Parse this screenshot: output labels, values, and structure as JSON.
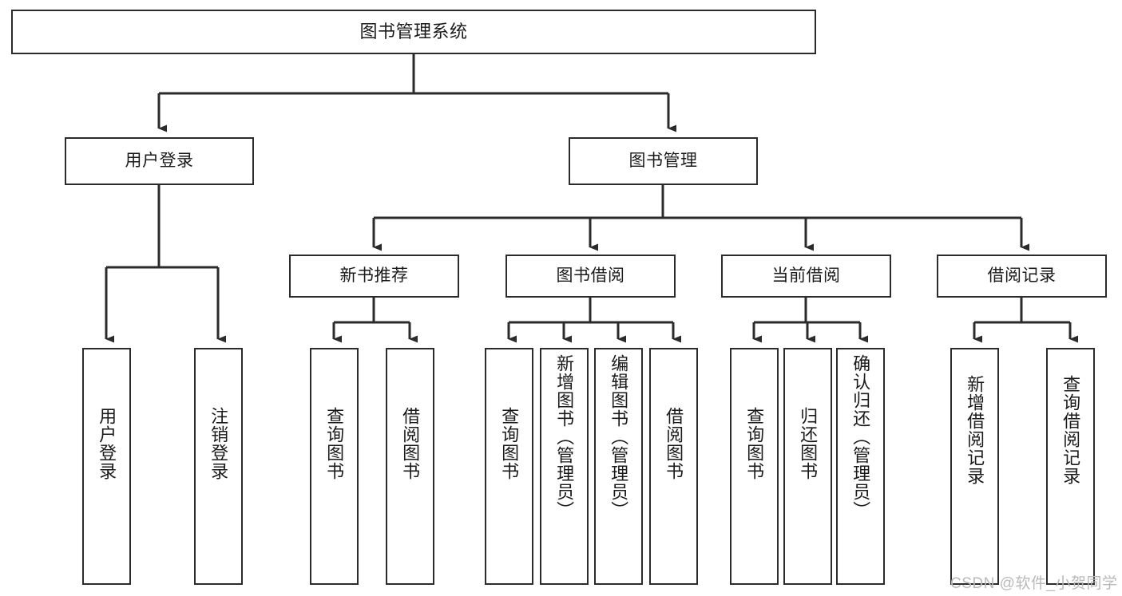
{
  "diagram": {
    "title": "图书管理系统",
    "type": "tree-hierarchy",
    "stroke_color": "#2b2b2b",
    "fill_color": "#ffffff",
    "text_color": "#1a1a1a",
    "nodes": {
      "root": {
        "label": "图书管理系统"
      },
      "level2": [
        {
          "id": "user-login",
          "label": "用户登录"
        },
        {
          "id": "book-management",
          "label": "图书管理"
        }
      ],
      "level3": [
        {
          "id": "new-book-recommend",
          "label": "新书推荐"
        },
        {
          "id": "book-borrow",
          "label": "图书借阅"
        },
        {
          "id": "current-borrow",
          "label": "当前借阅"
        },
        {
          "id": "borrow-record",
          "label": "借阅记录"
        }
      ],
      "leaves": [
        {
          "id": "leaf-user-login",
          "label": "用户登录",
          "parent": "user-login"
        },
        {
          "id": "leaf-logout",
          "label": "注销登录",
          "parent": "user-login"
        },
        {
          "id": "leaf-query-book-1",
          "label": "查询图书",
          "parent": "new-book-recommend"
        },
        {
          "id": "leaf-borrow-book-1",
          "label": "借阅图书",
          "parent": "new-book-recommend"
        },
        {
          "id": "leaf-query-book-2",
          "label": "查询图书",
          "parent": "book-borrow"
        },
        {
          "id": "leaf-add-book",
          "label": "新增图书（管理员）",
          "parent": "book-borrow"
        },
        {
          "id": "leaf-edit-book",
          "label": "编辑图书（管理员）",
          "parent": "book-borrow"
        },
        {
          "id": "leaf-borrow-book-2",
          "label": "借阅图书",
          "parent": "book-borrow"
        },
        {
          "id": "leaf-query-book-3",
          "label": "查询图书",
          "parent": "current-borrow"
        },
        {
          "id": "leaf-return-book",
          "label": "归还图书",
          "parent": "current-borrow"
        },
        {
          "id": "leaf-confirm-return",
          "label": "确认归还（管理员）",
          "parent": "current-borrow"
        },
        {
          "id": "leaf-add-record",
          "label": "新增借阅记录",
          "parent": "borrow-record"
        },
        {
          "id": "leaf-query-record",
          "label": "查询借阅记录",
          "parent": "borrow-record"
        }
      ]
    }
  },
  "watermark": {
    "text": "CSDN @软件_小贺同学"
  }
}
